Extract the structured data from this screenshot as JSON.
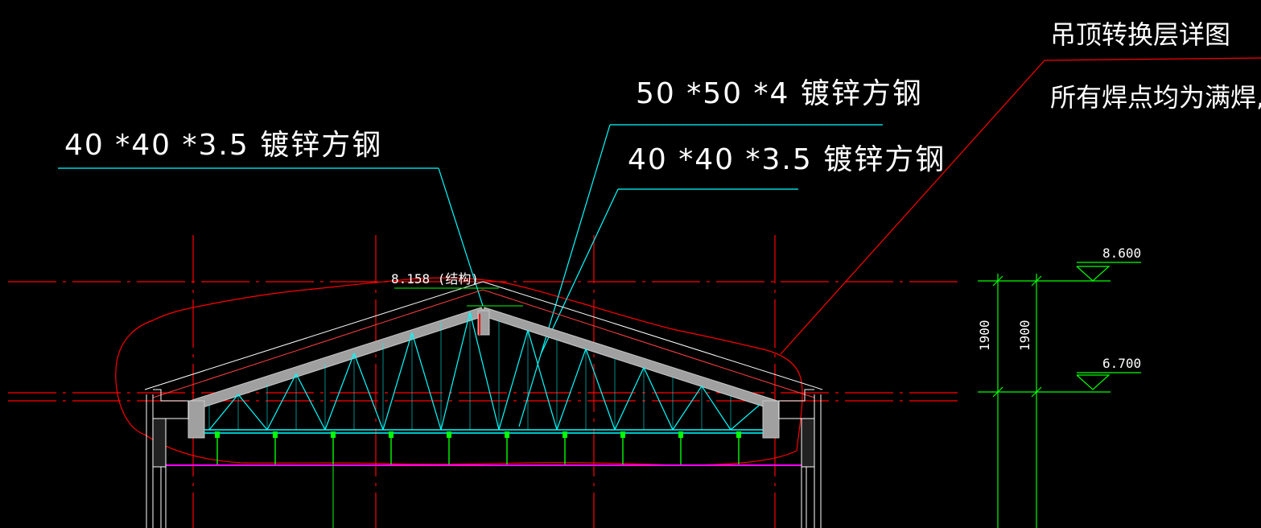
{
  "drawing": {
    "title": "吊顶转换层详图",
    "note": "所有焊点均为满焊,同",
    "callouts": {
      "left_member": "40 *40 *3.5 镀锌方钢",
      "top_member": "50 *50 *4 镀锌方钢",
      "right_member": "40 *40 *3.5 镀锌方钢"
    },
    "ridge_elevation": "8.158 (结构)",
    "levels": [
      {
        "value": "8.600"
      },
      {
        "value": "6.700"
      }
    ],
    "dimensions": [
      "1900",
      "1900"
    ]
  },
  "colors": {
    "background": "#000000",
    "grid_red": "#ff0000",
    "cyan": "#00ffff",
    "green": "#00ff00",
    "gray": "#a0a0a0",
    "magenta": "#ff00ff",
    "white": "#ffffff"
  }
}
